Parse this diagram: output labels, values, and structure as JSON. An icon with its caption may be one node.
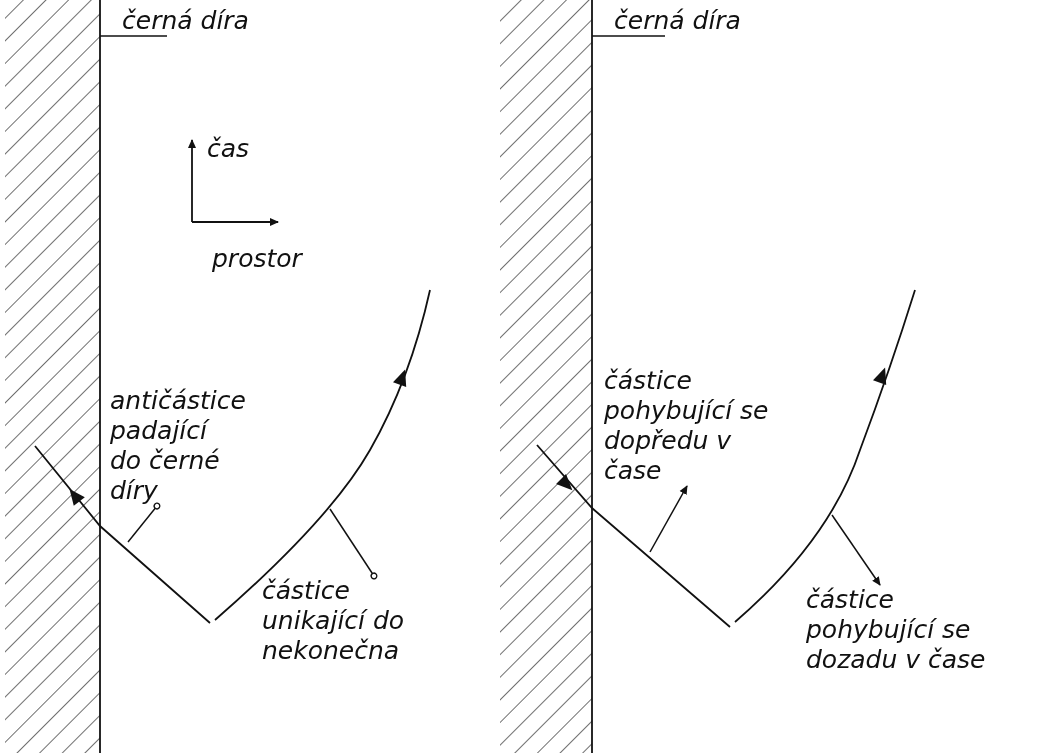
{
  "diagram": {
    "nodes": [
      {
        "text": [
          "černá díra"
        ]
      },
      {
        "text": [],
        "shape": "box"
      },
      {
        "text": [
          "antičástice padající do černé díry"
        ]
      },
      {
        "text": [
          "částice unikající do nekonečna"
        ]
      },
      {
        "text": [
          "černá díra"
        ]
      },
      {
        "text": [],
        "shape": "box"
      },
      {
        "text": [
          "částice pohybující se dopředu v čase"
        ]
      },
      {
        "text": [
          "částice pohybující se dozadu v čase"
        ]
      }
    ],
    "edges": [
      {
        "from": 0,
        "to": 1,
        "arrow": "none"
      },
      {
        "from": 2,
        "to": null,
        "arrow": "other"
      },
      {
        "from": 3,
        "to": null,
        "arrow": "other"
      },
      {
        "from": 4,
        "to": 5,
        "arrow": "none"
      },
      {
        "from": null,
        "to": 6,
        "arrow": "to"
      },
      {
        "from": null,
        "to": 7,
        "arrow": "to"
      }
    ],
    "labels": [
      "čas",
      "prostor"
    ]
  }
}
